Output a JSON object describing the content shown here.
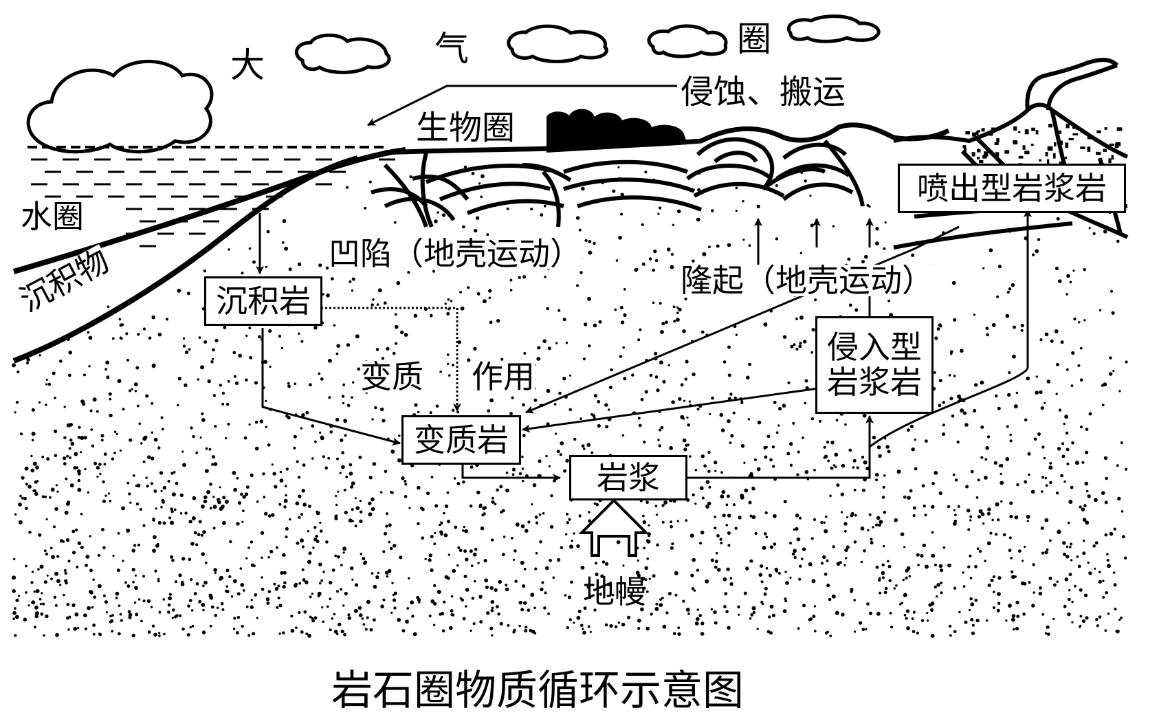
{
  "title": "岩石圈物质循环示意图",
  "labels": {
    "atmo_da": "大",
    "atmo_qi": "气",
    "atmo_quan": "圈",
    "erosion": "侵蚀、搬运",
    "biosphere": "生物圈",
    "hydrosphere": "水圈",
    "sediment": "沉积物",
    "subsidence": "凹陷（地壳运动）",
    "uplift": "隆起（地壳运动）",
    "metamorphism_a": "变质",
    "metamorphism_b": "作用",
    "mantle": "地幔"
  },
  "boxes": {
    "sedimentary": "沉积岩",
    "metamorphic": "变质岩",
    "magma": "岩浆",
    "intrusive_line1": "侵入型",
    "intrusive_line2": "岩浆岩",
    "extrusive": "喷出型岩浆岩"
  },
  "colors": {
    "ink": "#000000",
    "paper": "#ffffff"
  }
}
